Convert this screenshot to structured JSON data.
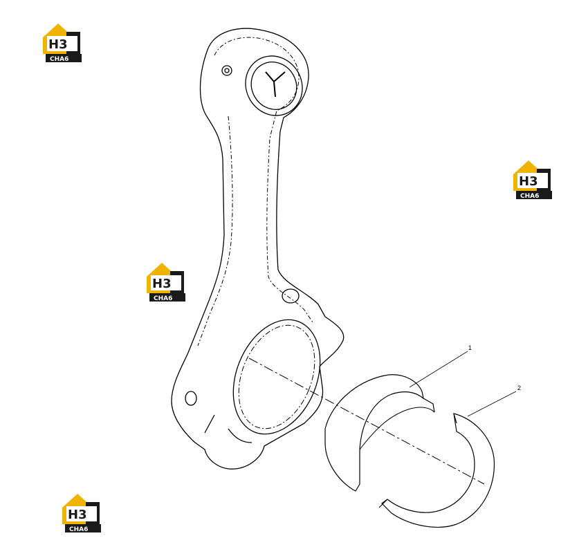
{
  "watermark": {
    "mark_text": "H3",
    "caption": "CHA6",
    "colors": {
      "accent": "#f0b400",
      "dark": "#1a1a1a",
      "light": "#ffffff"
    },
    "icon": "h3-logo-icon"
  },
  "callouts": [
    {
      "number": "1",
      "part": "bearing-shell-upper"
    },
    {
      "number": "2",
      "part": "bearing-shell-lower"
    }
  ],
  "colors": {
    "line": "#000000",
    "background": "#ffffff"
  }
}
